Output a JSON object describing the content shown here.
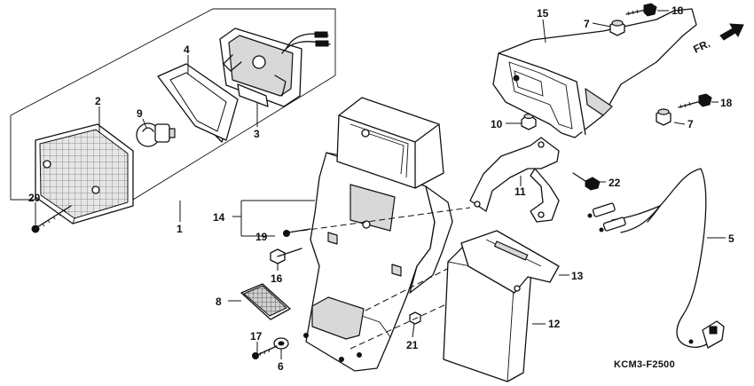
{
  "diagram": {
    "drawing_code": "KCM3-F2500",
    "direction_label": "FR.",
    "callouts": {
      "c1": "1",
      "c2": "2",
      "c3": "3",
      "c4": "4",
      "c5": "5",
      "c6": "6",
      "c7a": "7",
      "c7b": "7",
      "c8": "8",
      "c9": "9",
      "c10": "10",
      "c11": "11",
      "c12": "12",
      "c13": "13",
      "c14": "14",
      "c15": "15",
      "c16": "16",
      "c17": "17",
      "c18a": "18",
      "c18b": "18",
      "c19": "19",
      "c20": "20",
      "c21": "21",
      "c22": "22"
    },
    "icons": {
      "direction_arrow": "forward-arrow-icon"
    }
  }
}
